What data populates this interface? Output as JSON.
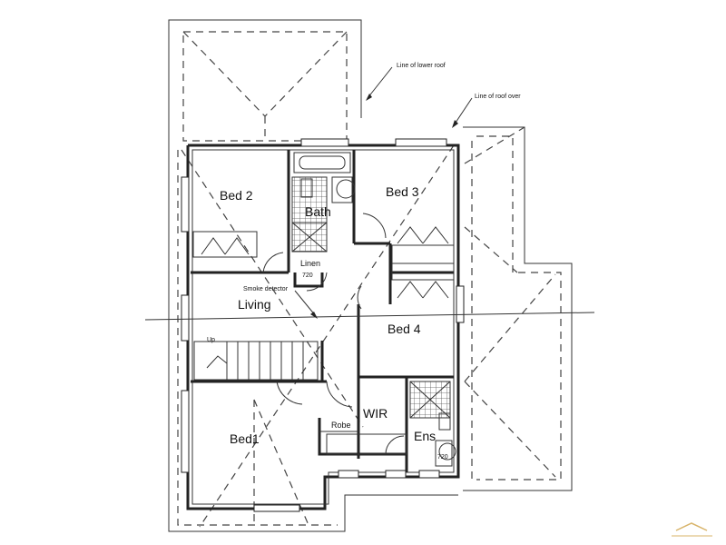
{
  "annotations": {
    "lower_roof": "Line of lower roof",
    "roof_over": "Line of roof over",
    "smoke_detector": "Smoke detector"
  },
  "rooms": {
    "bed2": "Bed 2",
    "bath": "Bath",
    "bed3": "Bed 3",
    "linen": "Linen",
    "linen_dim": "720",
    "living": "Living",
    "bed4": "Bed 4",
    "up": "Up",
    "wir": "WIR",
    "robe": "Robe",
    "bed1": "Bed1",
    "ens": "Ens",
    "ens_dim": "720"
  },
  "colors": {
    "line": "#222222",
    "watermark": "#d8b46a"
  }
}
